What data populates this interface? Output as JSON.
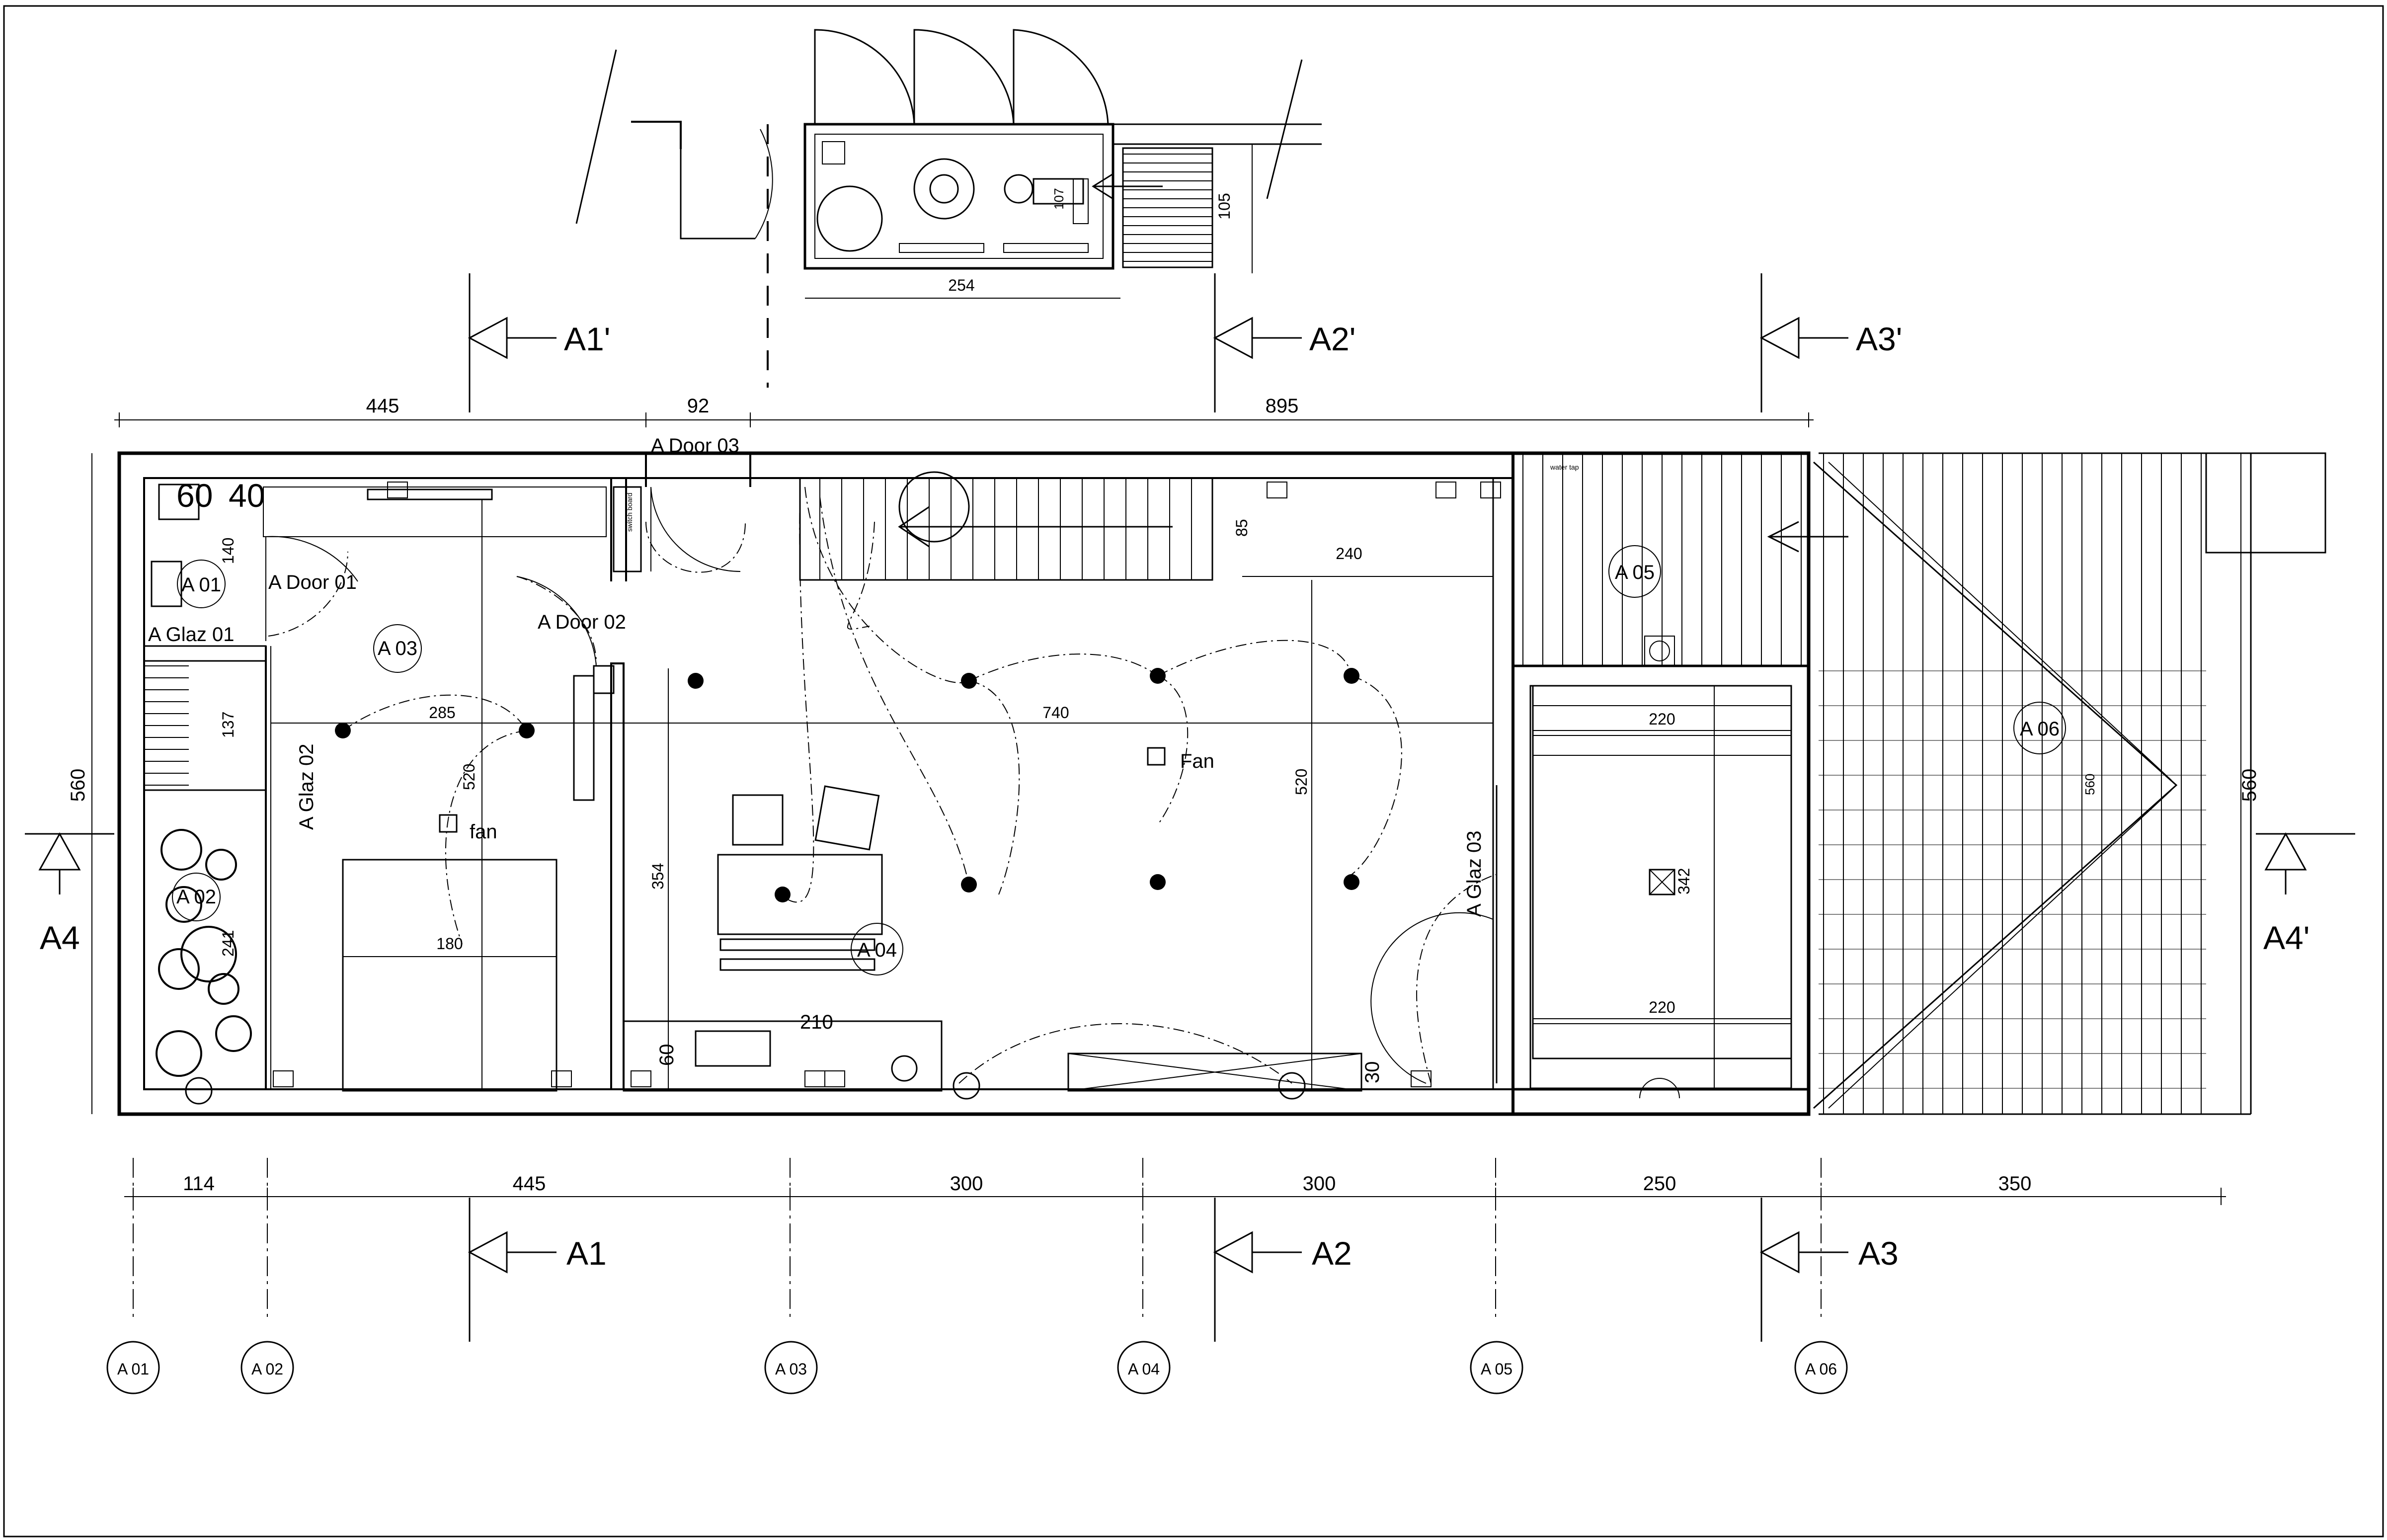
{
  "sections": {
    "a1p": "A1'",
    "a2p": "A2'",
    "a3p": "A3'",
    "a1": "A1",
    "a2": "A2",
    "a3": "A3",
    "a4": "A4",
    "a4p": "A4'"
  },
  "top_dims": {
    "d1": "445",
    "d2": "92",
    "d3": "895"
  },
  "bottom_dims": {
    "d1": "114",
    "d2": "445",
    "d3": "300",
    "d4": "300",
    "d5": "250",
    "d6": "350"
  },
  "side_dims": {
    "left": "560",
    "right": "560"
  },
  "upper_plan": {
    "width": "254",
    "depth": "105",
    "unit": "107"
  },
  "doors": {
    "door01": "A Door 01",
    "door02": "A Door 02",
    "door03": "A Door 03"
  },
  "glazing": {
    "glaz01": "A Glaz 01",
    "glaz02": "A Glaz 02",
    "glaz03": "A Glaz 03"
  },
  "rooms": {
    "a01": "A 01",
    "a02": "A 02",
    "a03": "A 03",
    "a04": "A 04",
    "a05": "A 05",
    "a06": "A 06"
  },
  "grid": {
    "a01": "A 01",
    "a02": "A 02",
    "a03": "A 03",
    "a04": "A 04",
    "a05": "A 05",
    "a06": "A 06"
  },
  "inner_dims": {
    "wc_w": "60",
    "wc_gap": "40",
    "wc_140": "140",
    "stair_137": "137",
    "garden_241": "241",
    "room_285": "285",
    "room_520a": "520",
    "bed_180": "180",
    "dim_354": "354",
    "dim_210": "210",
    "dim_60": "60",
    "living_740": "740",
    "living_520": "520",
    "stair_85": "85",
    "stair_240": "240",
    "dim_30": "30",
    "pool_220a": "220",
    "pool_220b": "220",
    "pool_342": "342",
    "deck_560": "560"
  },
  "labels": {
    "fan1": "fan",
    "fan2": "Fan",
    "switch_board": "switch board",
    "water_tap": "water tap"
  }
}
